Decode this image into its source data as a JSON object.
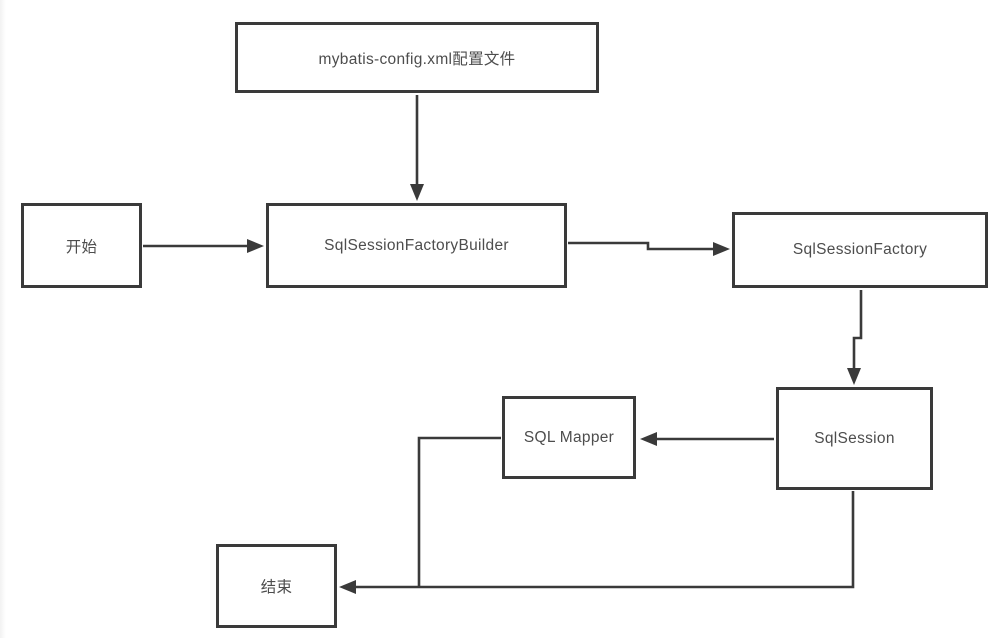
{
  "diagram": {
    "nodes": [
      {
        "id": "config",
        "label": "mybatis-config.xml配置文件"
      },
      {
        "id": "start",
        "label": "开始"
      },
      {
        "id": "builder",
        "label": "SqlSessionFactoryBuilder"
      },
      {
        "id": "factory",
        "label": "SqlSessionFactory"
      },
      {
        "id": "session",
        "label": "SqlSession"
      },
      {
        "id": "mapper",
        "label": "SQL Mapper"
      },
      {
        "id": "end",
        "label": "结束"
      }
    ],
    "edges": [
      {
        "from": "mybatis-config.xml配置文件",
        "to": "SqlSessionFactoryBuilder",
        "direction": "down"
      },
      {
        "from": "开始",
        "to": "SqlSessionFactoryBuilder",
        "direction": "right"
      },
      {
        "from": "SqlSessionFactoryBuilder",
        "to": "SqlSessionFactory",
        "direction": "right"
      },
      {
        "from": "SqlSessionFactory",
        "to": "SqlSession",
        "direction": "down"
      },
      {
        "from": "SqlSession",
        "to": "SQL Mapper",
        "direction": "left"
      },
      {
        "from": "SQL Mapper",
        "to": "结束",
        "direction": "left-down-merge"
      },
      {
        "from": "SqlSession",
        "to": "结束",
        "direction": "down-left"
      }
    ],
    "colors": {
      "line": "#3a3a3a",
      "text": "#4d4d4d",
      "background": "#ffffff"
    }
  }
}
